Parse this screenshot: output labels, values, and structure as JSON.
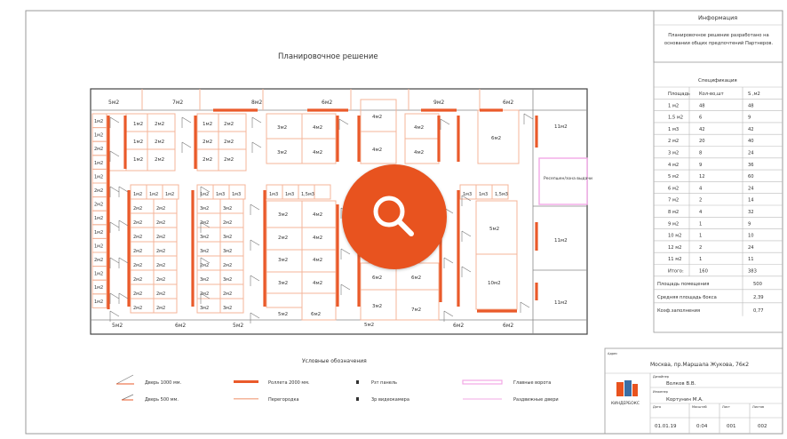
{
  "drawing_title": "Планировочное решение",
  "plan": {
    "top_row": [
      "5м2",
      "7м2",
      "8м2",
      "",
      "6м2",
      "",
      "",
      "9м2",
      "",
      "6м2"
    ],
    "left_pairs_a": [
      [
        "1м2",
        "2м2"
      ],
      [
        "1м2",
        "2м2"
      ],
      [
        "1м2",
        "2м2"
      ]
    ],
    "mid_a": [
      "1м2",
      "2м2",
      "2м2",
      "2м2"
    ],
    "block_3m2": [
      "3м2",
      "3м2"
    ],
    "block_4m2": [
      "4м2",
      "4м2"
    ],
    "center_4m2": "4м2",
    "right_top": [
      "4м2",
      "4м2"
    ],
    "room_6m2": "6м2",
    "room_11m2_top": "11м2",
    "reception": "Ресепшен/зона выдачи",
    "small_row1": [
      "1м2",
      "1м2",
      "1м2"
    ],
    "small_row2": [
      "1м2",
      "1м3",
      "1м3"
    ],
    "small_row3": [
      "1м3",
      "1м3",
      "1,5м3"
    ],
    "small_row4": [
      "1м3",
      "1м3",
      "1,5м3"
    ],
    "grid_2m2": "2м2",
    "grid_3m2": "3м2",
    "mid_3m2": [
      "3м2",
      "2м2",
      "3м2",
      "3м2",
      "5м2"
    ],
    "mid_4m2": [
      "4м2",
      "4м2",
      "4м2",
      "4м2",
      "6м2"
    ],
    "room_5m2": "5м2",
    "room_10m2": "10м2",
    "room_11m2_mid": "11м2",
    "room_11m2_bot": "11м2",
    "room_6m2_b": "6м2",
    "room_3m2_b": "3м2",
    "room_7m2_b": "7м2",
    "room_5m2_c": "5м2",
    "bottom_row": [
      "5м2",
      "6м2",
      "5м2",
      "5м2",
      "6м2",
      "6м2"
    ],
    "left_col": [
      "1м2",
      "1м2",
      "2м2",
      "1м2",
      "1м2",
      "2м2",
      "2м2",
      "1м2",
      "1м2",
      "1м2",
      "2м2",
      "1м2",
      "1м2",
      "1м2"
    ]
  },
  "info": {
    "header": "Информация",
    "description": "Планировочное решение разработано на основании общих предпочтений Партнеров.",
    "spec_title": "Спецификация",
    "columns": [
      "Площадь",
      "Кол-во,шт",
      "S ,м2"
    ],
    "rows": [
      [
        "1 м2",
        "48",
        "48"
      ],
      [
        "1,5 м2",
        "6",
        "9"
      ],
      [
        "1 м3",
        "42",
        "42"
      ],
      [
        "2 м2",
        "20",
        "40"
      ],
      [
        "3 м2",
        "8",
        "24"
      ],
      [
        "4 м2",
        "9",
        "36"
      ],
      [
        "5 м2",
        "12",
        "60"
      ],
      [
        "6 м2",
        "4",
        "24"
      ],
      [
        "7 м2",
        "2",
        "14"
      ],
      [
        "8 м2",
        "4",
        "32"
      ],
      [
        "9 м2",
        "1",
        "9"
      ],
      [
        "10 м2",
        "1",
        "10"
      ],
      [
        "12 м2",
        "2",
        "24"
      ],
      [
        "11 м2",
        "1",
        "11"
      ],
      [
        "Итого:",
        "160",
        "383"
      ]
    ],
    "totals": [
      [
        "Площадь помещения",
        "500"
      ],
      [
        "Средняя площадь бокса",
        "2,39"
      ],
      [
        "Коэф.заполнения",
        "0,77"
      ]
    ]
  },
  "legend": {
    "title": "Условные обозначения",
    "items": [
      "Дверь 1000 мм.",
      "Дверь 500 мм.",
      "Роллета 2000 мм.",
      "Перегородка",
      "Рзт панель",
      "3р видеокамера",
      "Главные ворота",
      "Раздвижные двери"
    ]
  },
  "stamp": {
    "address_label": "Адрес",
    "address": "Москва, пр.Маршала Жукова, 76к2",
    "designer_label": "Дизайнер",
    "designer": "Волков В.В.",
    "engineer_label": "Инженер",
    "engineer": "Кортунин М.А.",
    "logo_text": "КИНДЕРБОКС",
    "date_label": "Дата",
    "sheet_label": "Масштаб",
    "list_label": "Лист",
    "num_label": "Листов",
    "date": "01.01.19",
    "scale": "0:04",
    "list": "001",
    "num": "002"
  },
  "colors": {
    "accent": "#e8531f",
    "roll": "#ea5a2a",
    "partition": "#f4b49a",
    "gate": "#f2a8e6"
  },
  "icons": {
    "zoom": "magnifier-icon"
  }
}
